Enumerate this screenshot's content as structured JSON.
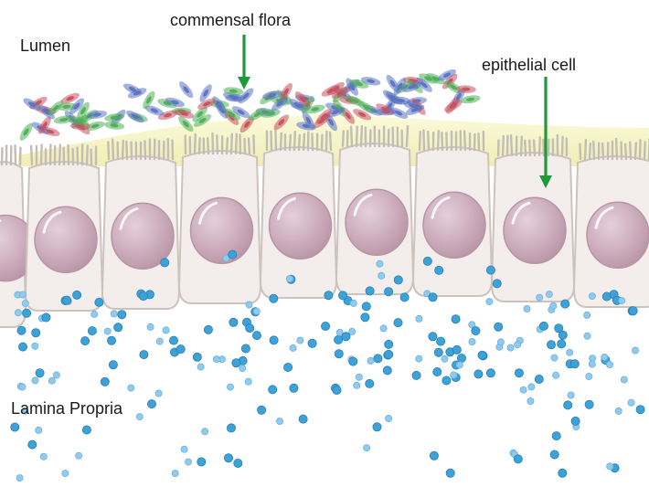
{
  "labels": {
    "lumen": "Lumen",
    "commensal_flora": "commensal flora",
    "epithelial_cell": "epithelial cell",
    "lamina_propria": "Lamina Propria"
  },
  "colors": {
    "background": "#ffffff",
    "mucus": "#f6f3b8",
    "cell_fill": "#f3eeec",
    "cell_outline": "#cdc3be",
    "microvilli": "#c4bcb6",
    "nucleus": "#c9a8b6",
    "nucleus_outline": "#b795a5",
    "arrow": "#1e9a3c",
    "bacteria_red": "#c9505f",
    "bacteria_green": "#4fae58",
    "bacteria_blue": "#5a73c3",
    "particle_dark": "#3da2d8",
    "particle_light": "#8fcbef"
  },
  "icons": {
    "arrow": "down-arrow",
    "bacterium": "rod-bacterium",
    "particle": "dot"
  }
}
